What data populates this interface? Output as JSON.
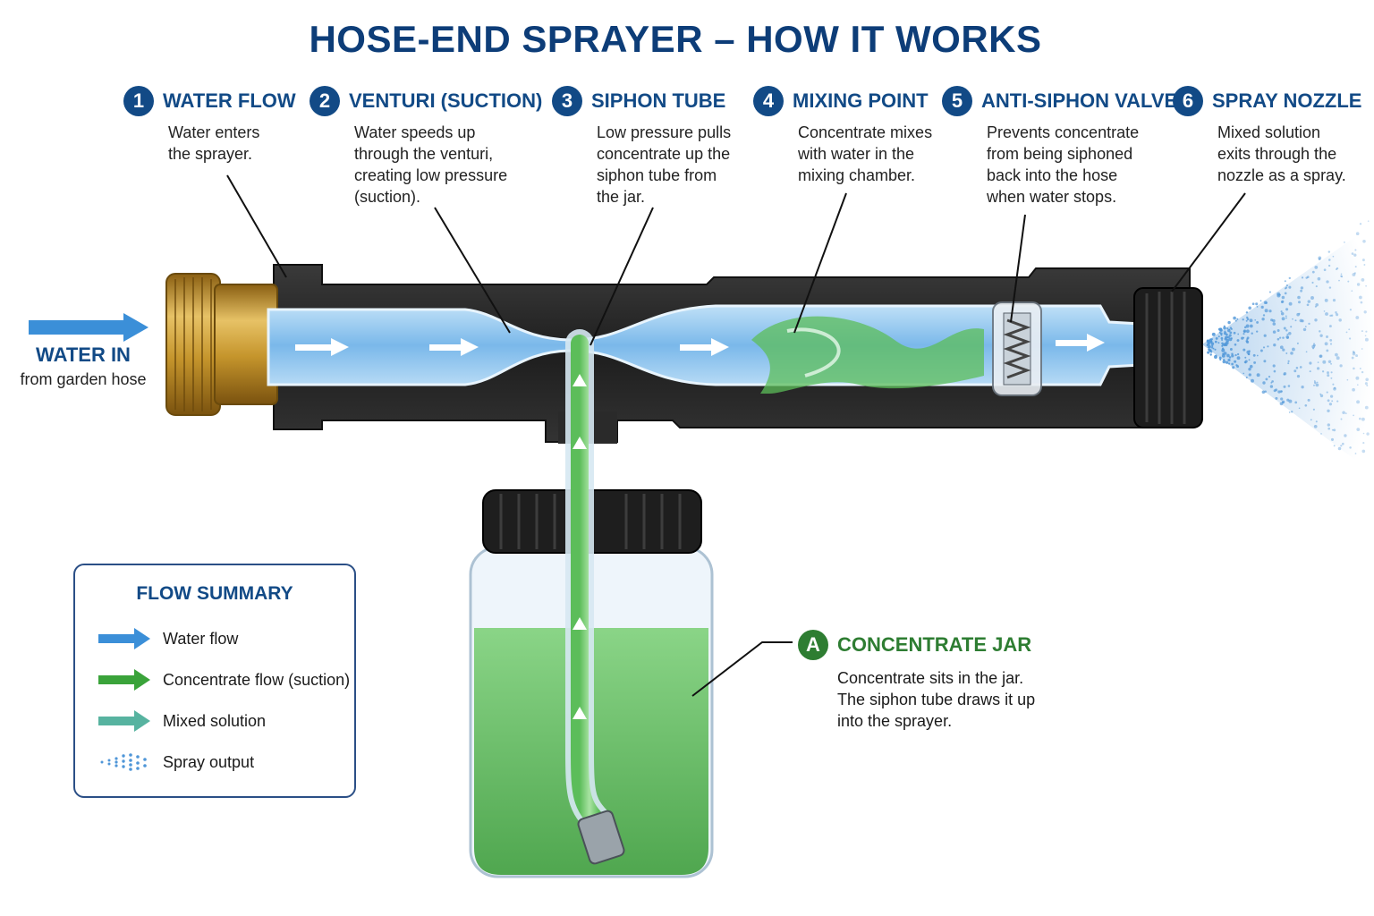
{
  "title": "HOSE-END SPRAYER – HOW IT WORKS",
  "steps": [
    {
      "num": "1",
      "title": "WATER FLOW",
      "desc": "Water enters\nthe sprayer."
    },
    {
      "num": "2",
      "title": "VENTURI (SUCTION)",
      "desc": "Water speeds up\nthrough the venturi,\ncreating low pressure\n(suction)."
    },
    {
      "num": "3",
      "title": "SIPHON TUBE",
      "desc": "Low pressure pulls\nconcentrate up the\nsiphon tube from\nthe jar."
    },
    {
      "num": "4",
      "title": "MIXING POINT",
      "desc": "Concentrate mixes\nwith water in the\nmixing chamber."
    },
    {
      "num": "5",
      "title": "ANTI-SIPHON VALVE",
      "desc": "Prevents concentrate\nfrom being siphoned\nback into the hose\nwhen water stops."
    },
    {
      "num": "6",
      "title": "SPRAY NOZZLE",
      "desc": "Mixed solution\nexits through the\nnozzle as a spray."
    }
  ],
  "water_in": {
    "title": "WATER IN",
    "subtitle": "from garden hose"
  },
  "jar": {
    "badge": "A",
    "title": "CONCENTRATE JAR",
    "desc": "Concentrate sits in the jar.\nThe siphon tube draws it up\ninto the sprayer."
  },
  "legend": {
    "title": "FLOW SUMMARY",
    "items": [
      {
        "label": "Water flow",
        "icon": "blue-arrow-icon",
        "color": "#3b8fd8"
      },
      {
        "label": "Concentrate flow (suction)",
        "icon": "green-arrow-icon",
        "color": "#3aa33a"
      },
      {
        "label": "Mixed solution",
        "icon": "teal-arrow-icon",
        "color": "#57b3a0"
      },
      {
        "label": "Spray output",
        "icon": "spray-dots-icon",
        "color": "#4f96d8"
      }
    ]
  },
  "colors": {
    "accent": "#124a86",
    "water": "#8fc4ee",
    "concentrate": "#4cbb4c",
    "body": "#2a2a2a",
    "brass": "#c9982e"
  }
}
